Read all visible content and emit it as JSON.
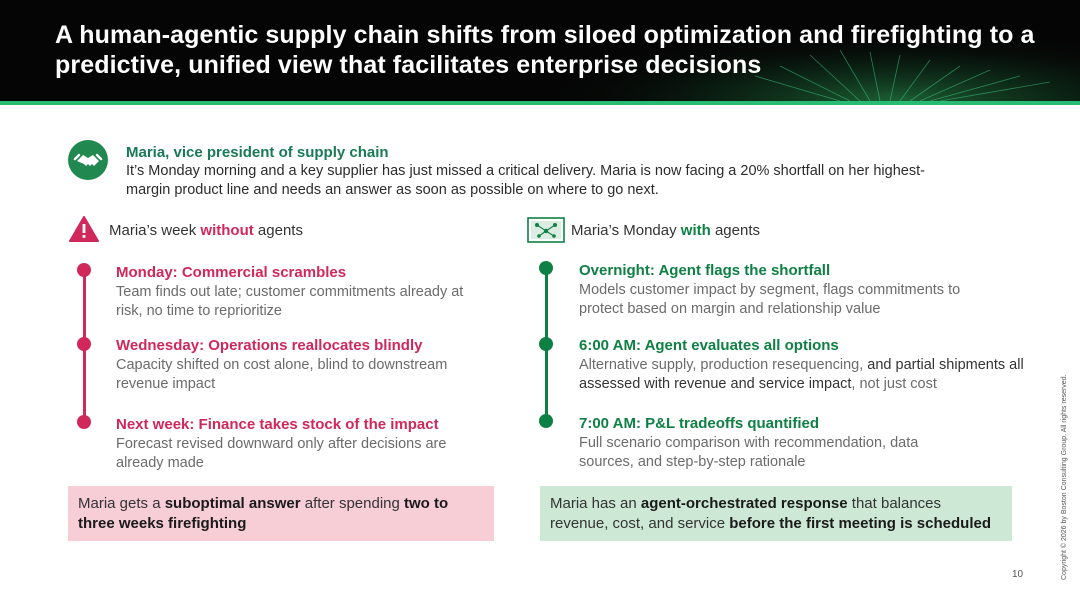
{
  "header": {
    "title": "A human-agentic supply chain shifts from siloed optimization and firefighting to a predictive, unified view that facilitates enterprise decisions"
  },
  "persona": {
    "name": "Maria, vice president of supply chain",
    "description": "It’s Monday morning and a key supplier has just missed a critical delivery. Maria is now facing a 20% shortfall on her highest-margin product line and needs an answer as soon as possible on where to go next."
  },
  "left": {
    "heading_pre": "Maria’s week ",
    "heading_em": "without",
    "heading_post": " agents",
    "items": [
      {
        "title": "Monday: Commercial scrambles",
        "body": "Team finds out late; customer commitments already at risk, no time to reprioritize"
      },
      {
        "title": "Wednesday: Operations reallocates blindly",
        "body": "Capacity shifted on cost alone, blind to downstream revenue impact"
      },
      {
        "title": "Next week: Finance takes stock of the impact",
        "body": "Forecast revised downward only after decisions are already made"
      }
    ],
    "summary_1": "Maria gets a ",
    "summary_b1": "suboptimal answer",
    "summary_2": " after spending ",
    "summary_b2": "two to three weeks firefighting"
  },
  "right": {
    "heading_pre": "Maria’s Monday ",
    "heading_em": "with",
    "heading_post": " agents",
    "items": [
      {
        "title": "Overnight: Agent flags the shortfall",
        "body": "Models customer impact by segment, flags commitments to protect based on margin and relationship value"
      },
      {
        "title": "6:00 AM: Agent evaluates all options",
        "body_1": "Alternative supply, production resequencing, ",
        "body_dark_1": "and partial shipments all assessed with revenue and service impact",
        "body_2": ", not just cost"
      },
      {
        "title": "7:00 AM: P&L tradeoffs quantified",
        "body": "Full scenario comparison with recommendation, data sources, and step-by-step rationale"
      }
    ],
    "summary_1": "Maria has an ",
    "summary_b1": "agent-orchestrated response",
    "summary_2": " that balances revenue, cost, and service ",
    "summary_b2": "before the first meeting is scheduled"
  },
  "footer": {
    "copyright": "Copyright © 2026 by Boston Consulting Group. All rights reserved.",
    "page": "10"
  },
  "colors": {
    "accent_green": "#29ba74",
    "dark_green": "#0f8044",
    "pink": "#d0285b",
    "pink_box": "#f7cdd6",
    "green_box": "#cde9d6"
  },
  "icons": [
    "handshake-icon",
    "warning-icon",
    "agent-network-icon"
  ]
}
